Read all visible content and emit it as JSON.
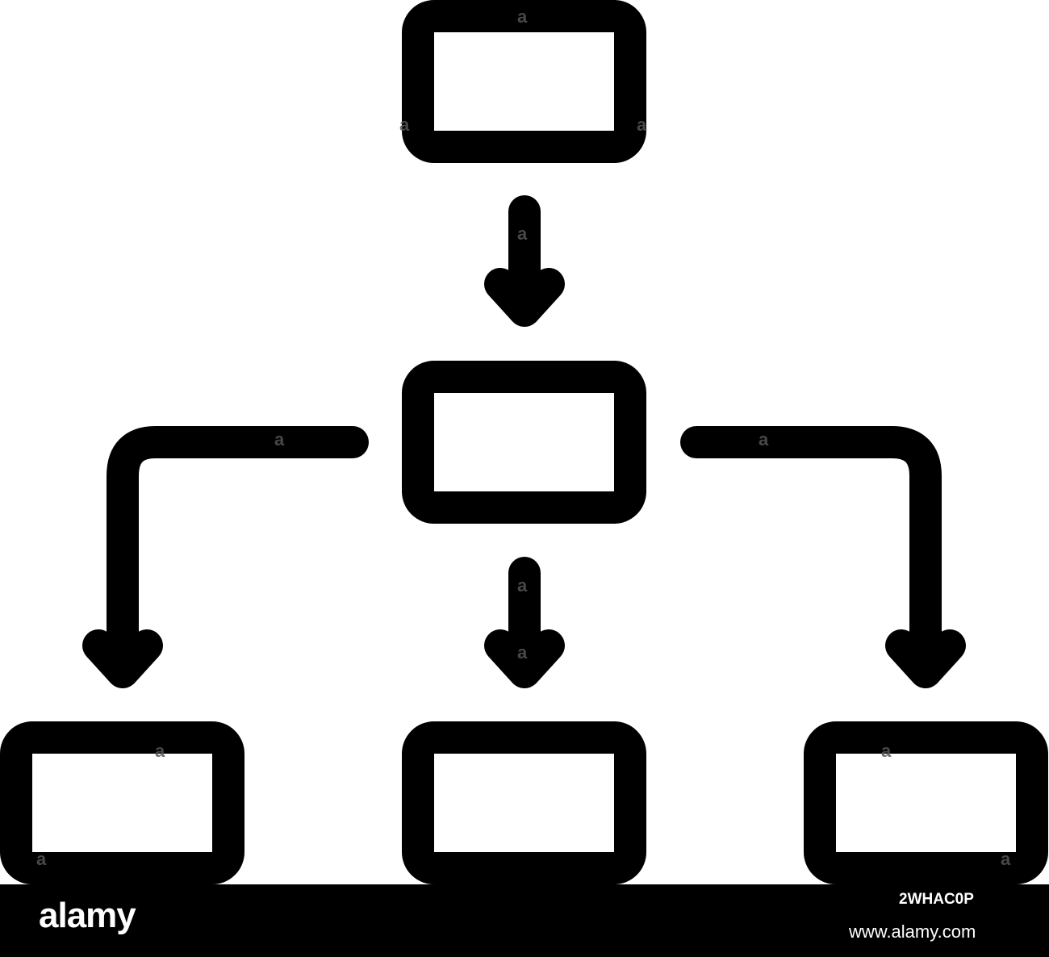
{
  "diagram": {
    "description_free": true,
    "stroke_color": "#000000",
    "background_color": "#ffffff",
    "nodes": [
      {
        "id": "top",
        "label": ""
      },
      {
        "id": "middle",
        "label": ""
      },
      {
        "id": "bottom-left",
        "label": ""
      },
      {
        "id": "bottom-center",
        "label": ""
      },
      {
        "id": "bottom-right",
        "label": ""
      }
    ],
    "edges": [
      {
        "from": "top",
        "to": "middle"
      },
      {
        "from": "middle",
        "to": "bottom-left"
      },
      {
        "from": "middle",
        "to": "bottom-center"
      },
      {
        "from": "middle",
        "to": "bottom-right"
      }
    ]
  },
  "watermark": {
    "glyph": "a",
    "color": "#555555"
  },
  "footer": {
    "brand": "alamy",
    "image_id": "2WHAC0P",
    "url": "www.alamy.com",
    "background": "#000000",
    "text_color": "#ffffff"
  }
}
